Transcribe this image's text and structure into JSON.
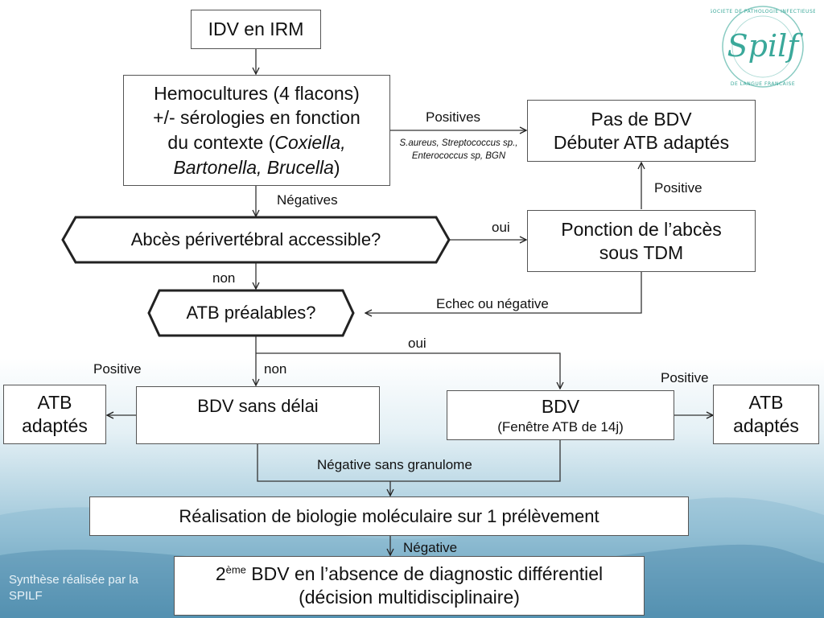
{
  "nodes": {
    "idv": "IDV en IRM",
    "hemo_l1": "Hemocultures (4 flacons)",
    "hemo_l2": "+/- sérologies en fonction",
    "hemo_l3_a": "du contexte (",
    "hemo_l3_b": "Coxiella,",
    "hemo_l4_a": "Bartonella, Brucella",
    "hemo_l4_b": ")",
    "pas_bdv_l1": "Pas de BDV",
    "pas_bdv_l2": "Débuter ATB adaptés",
    "abces": "Abcès périvertébral accessible?",
    "ponction_l1": "Ponction de l’abcès",
    "ponction_l2": "sous TDM",
    "atb_prealables": "ATB préalables?",
    "atb_left_l1": "ATB",
    "atb_left_l2": "adaptés",
    "bdv_sans_delai": "BDV sans délai",
    "bdv": "BDV",
    "bdv_sub": "(Fenêtre ATB de 14j)",
    "atb_right_l1": "ATB",
    "atb_right_l2": "adaptés",
    "bio_mol": "Réalisation de biologie moléculaire sur 1 prélèvement",
    "second_bdv_sup": "ème",
    "second_bdv_num": "2",
    "second_bdv_l1": " BDV en l’absence de diagnostic différentiel",
    "second_bdv_l2": "(décision multidisciplinaire)"
  },
  "edge_labels": {
    "positives": "Positives",
    "positives_detail_l1": "S.aureus, Streptococcus sp.,",
    "positives_detail_l2": "Enterococcus sp, BGN",
    "negatives": "Négatives",
    "oui_1": "oui",
    "positive_ponction": "Positive",
    "non_1": "non",
    "echec": "Echec ou négative",
    "oui_2": "oui",
    "positive_left": "Positive",
    "non_2": "non",
    "positive_right": "Positive",
    "negative_sans_granulome": "Négative sans granulome",
    "negative": "Négative"
  },
  "logo": {
    "text": "Spilf",
    "ring_text": "SOCIETE DE PATHOLOGIE INFECTIEUSE DE LANGUE FRANCAISE",
    "color": "#3aa89a"
  },
  "footer": {
    "line1": "Synthèse réalisée par la",
    "line2": "SPILF"
  }
}
